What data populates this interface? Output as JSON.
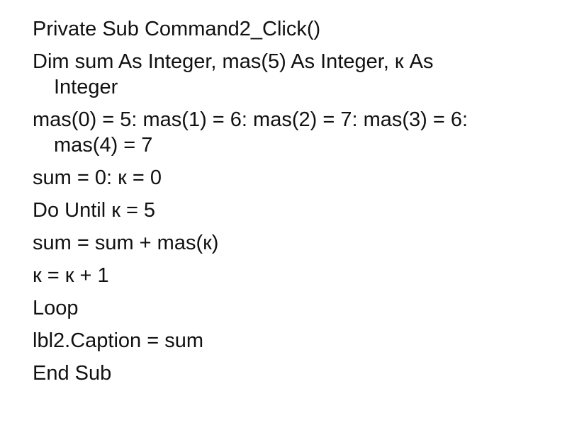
{
  "code": {
    "line_private_sub": "Private Sub Command2_Click()",
    "line_dim": "Dim sum As Integer, mas(5) As Integer, к As",
    "line_dim_cont": "Integer",
    "line_mas_assign": "mas(0) = 5: mas(1) = 6: mas(2) = 7: mas(3) = 6:",
    "line_mas_assign_cont": "mas(4) = 7",
    "line_init": "sum = 0: к = 0",
    "line_do_until": "Do Until к = 5",
    "line_sum_add": "sum = sum + mas(к)",
    "line_increment": "к = к + 1",
    "line_loop": "Loop",
    "line_caption": "lbl2.Caption = sum",
    "line_end_sub": "End Sub"
  }
}
